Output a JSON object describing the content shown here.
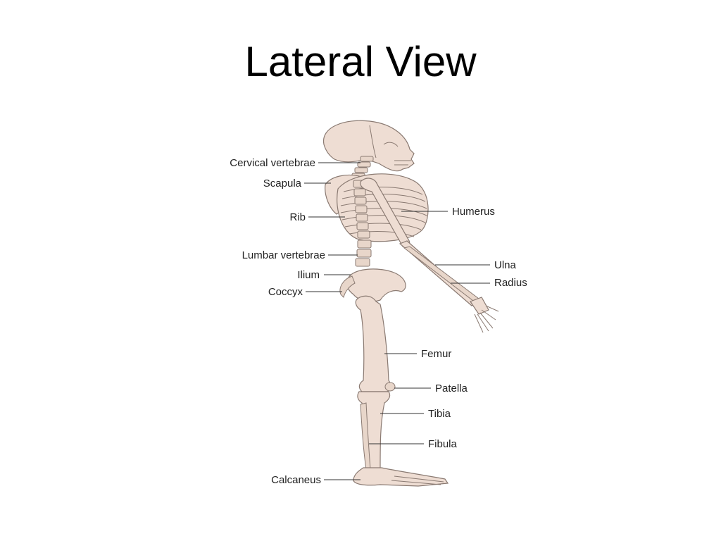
{
  "title": "Lateral View",
  "labels": {
    "cervical_vertebrae": "Cervical vertebrae",
    "scapula": "Scapula",
    "rib": "Rib",
    "lumbar_vertebrae": "Lumbar vertebrae",
    "ilium": "Ilium",
    "coccyx": "Coccyx",
    "humerus": "Humerus",
    "ulna": "Ulna",
    "radius": "Radius",
    "femur": "Femur",
    "patella": "Patella",
    "tibia": "Tibia",
    "fibula": "Fibula",
    "calcaneus": "Calcaneus"
  },
  "colors": {
    "bone_fill": "#eeddd3",
    "bone_outline": "#8a7a72",
    "label_text": "#222222"
  }
}
